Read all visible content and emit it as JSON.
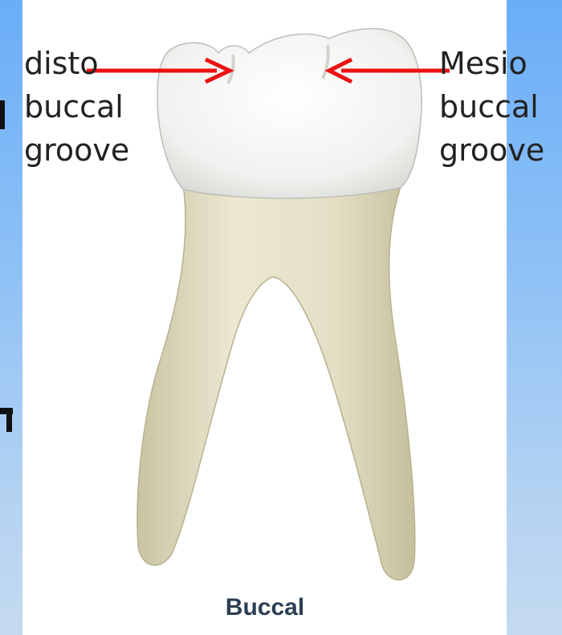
{
  "labels": {
    "distobuccal_groove": "disto\nbuccal\ngroove",
    "mesiobuccal_groove": "Mesio\nbuccal\ngroove"
  },
  "view_caption": "Buccal",
  "colors": {
    "arrow": "#ee1111",
    "crown": "#f2f1ef",
    "root": "#e6e2c8",
    "background_top": "#6aaef8",
    "background_bottom": "#c4daf0",
    "caption": "#2d3f54"
  }
}
